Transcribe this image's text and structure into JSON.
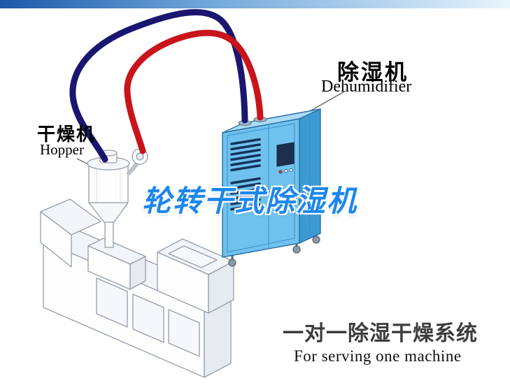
{
  "top_bar": {
    "gradient_start": "#1c57a8",
    "gradient_end": "#e9f4fc"
  },
  "diagram": {
    "hopper_label": {
      "cn": "干燥机",
      "en": "Hopper"
    },
    "dehumidifier_label": {
      "cn": "除湿机",
      "en": "Dehumidifier"
    },
    "watermark": {
      "text": "轮转干式除湿机",
      "color": "#1d87ec"
    },
    "caption": {
      "cn": "一对一除湿干燥系统",
      "en": "For serving one machine"
    },
    "colors": {
      "supply_pipe": "#1a1670",
      "return_pipe": "#c9141b",
      "cabinet_front": "#70c2ee",
      "cabinet_side": "#3e9bd2",
      "cabinet_top": "#aadcf6",
      "lineart_stroke": "#949eaa"
    }
  }
}
